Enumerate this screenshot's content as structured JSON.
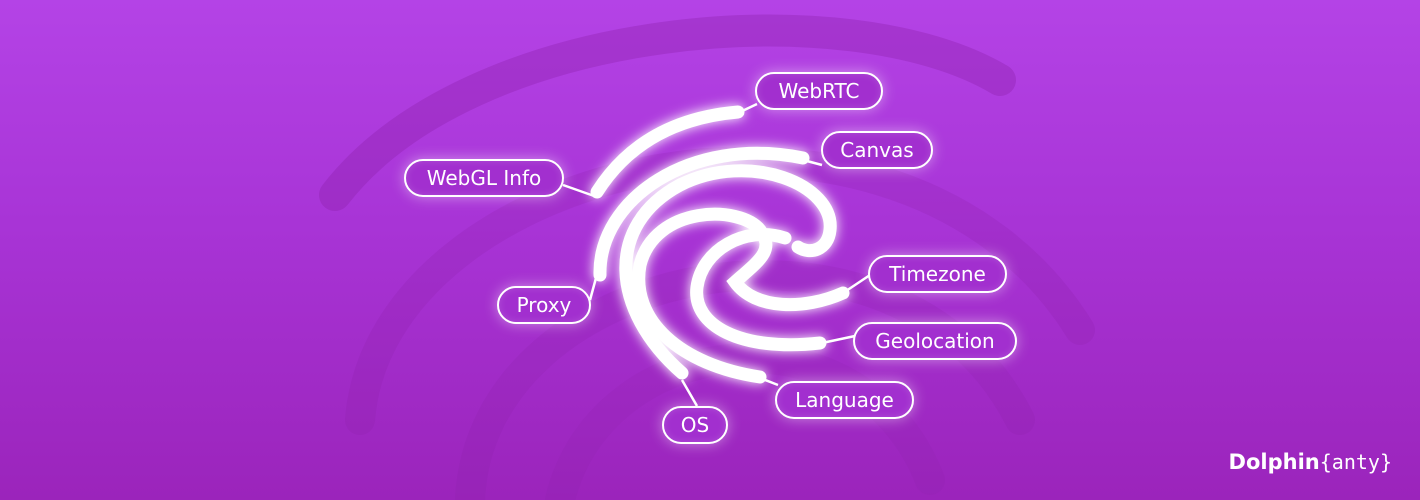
{
  "labels": {
    "webrtc": "WebRTC",
    "canvas": "Canvas",
    "webgl": "WebGL Info",
    "timezone": "Timezone",
    "proxy": "Proxy",
    "geolocation": "Geolocation",
    "language": "Language",
    "os": "OS"
  },
  "logo": {
    "brand": "Dolphin",
    "suffix": "{anty}"
  },
  "colors": {
    "background": "#ab38da",
    "ridge": "#ffffff",
    "pill_fill": "#a22fcf"
  }
}
